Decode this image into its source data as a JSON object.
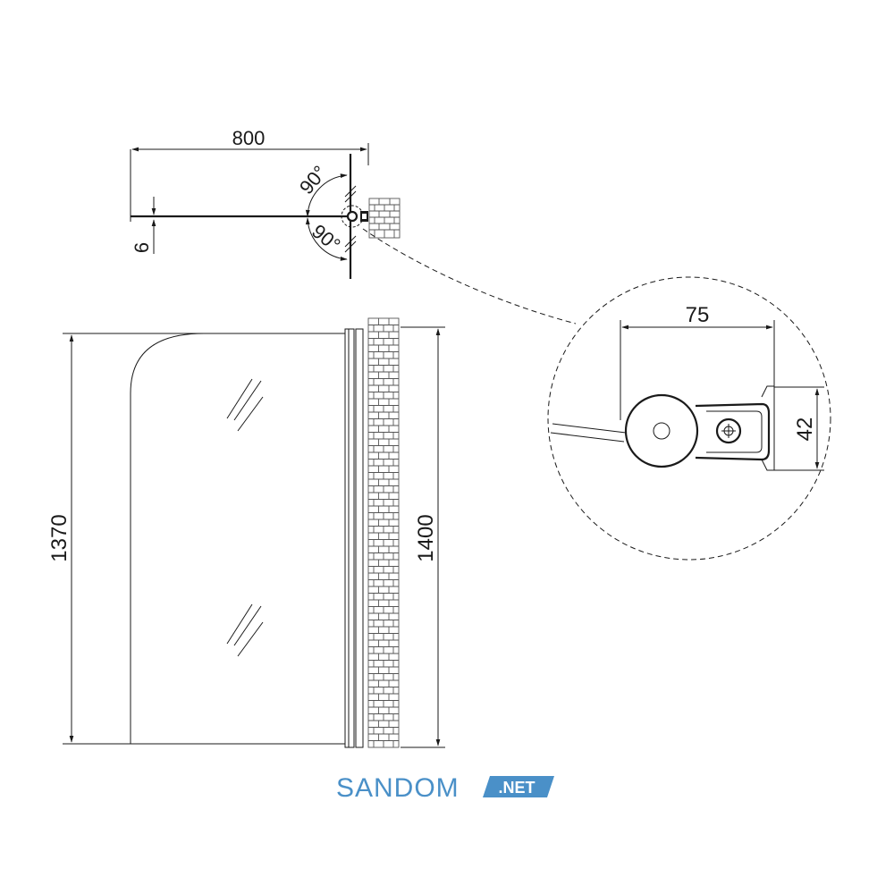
{
  "dimensions": {
    "top_width": "800",
    "glass_thickness": "6",
    "angle_upper": "90°",
    "angle_lower": "90°",
    "panel_height_left": "1370",
    "panel_height_right": "1400",
    "detail_width": "75",
    "detail_height": "42"
  },
  "logo": {
    "name": "SANDOM",
    "suffix": ".NET",
    "color": "#4a90c8"
  }
}
